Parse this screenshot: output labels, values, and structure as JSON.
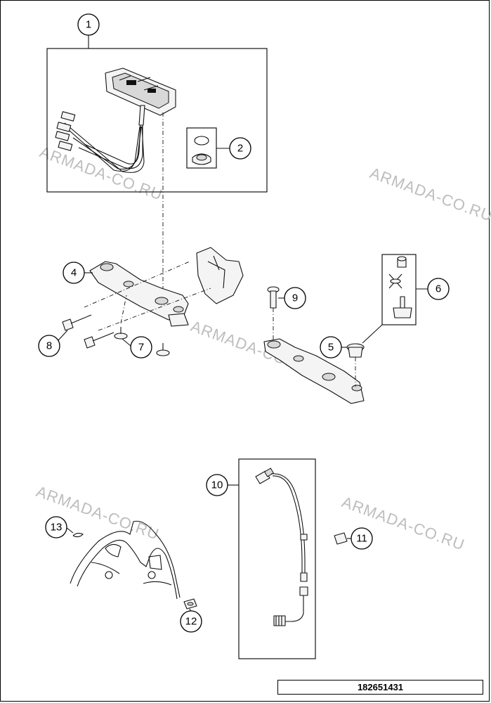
{
  "watermark": "ARMADA-CO.RU",
  "part_number": "182651431",
  "callouts": [
    {
      "id": "c1",
      "label": "1"
    },
    {
      "id": "c2",
      "label": "2"
    },
    {
      "id": "c3",
      "label": "4"
    },
    {
      "id": "c4",
      "label": "5"
    },
    {
      "id": "c5",
      "label": "6"
    },
    {
      "id": "c6",
      "label": "7"
    },
    {
      "id": "c7",
      "label": "8"
    },
    {
      "id": "c8",
      "label": "9"
    },
    {
      "id": "c9",
      "label": "10"
    },
    {
      "id": "c10",
      "label": "11"
    },
    {
      "id": "c11",
      "label": "12"
    },
    {
      "id": "c12",
      "label": "13"
    }
  ]
}
